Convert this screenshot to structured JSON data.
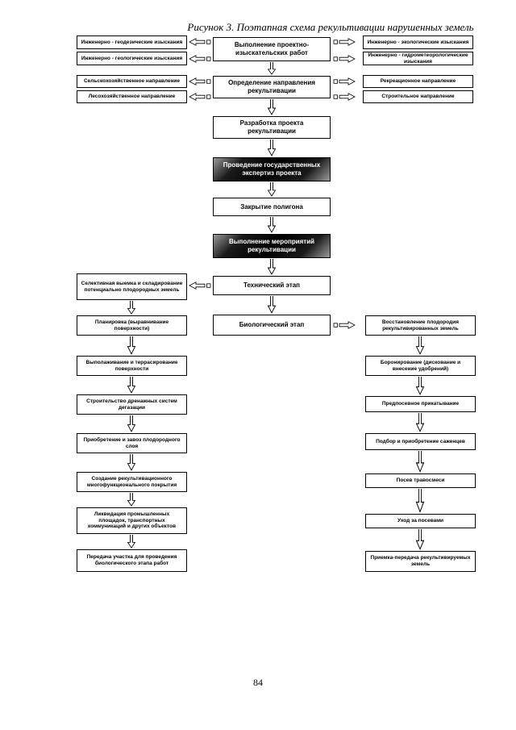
{
  "figure": {
    "title": "Рисунок 3. Поэтапная схема рекультивации нарушенных земель",
    "page_number": "84"
  },
  "colors": {
    "box_border": "#000000",
    "dark_step_bg": "#000000",
    "dark_step_text": "#ffffff"
  },
  "diagram": {
    "left_top": [
      "Инженерно - геодезические изыскания",
      "Инженерно - геологические изыскания",
      "Сельскохозяйственное направление",
      "Лесохозяйственное направление"
    ],
    "right_top": [
      "Инженерно - экологические изыскания",
      "Инженерно - гидрометеорологические изыскания",
      "Рекреационное направление",
      "Строительное направление"
    ],
    "center_flow": [
      "Выполнение проектно-изыскательских работ",
      "Определение направления рекультивации",
      "Разработка проекта рекультивации",
      "Проведение государственных экспертиз проекта",
      "Закрытие полигона",
      "Выполнение мероприятий рекультивации",
      "Технический этап",
      "Биологический этап"
    ],
    "technical_stage_steps": [
      "Селективная выемка и складирование потенциально плодородных земель",
      "Планировка (выравнивание поверхности)",
      "Выполаживание и террасирование поверхности",
      "Строительство дренажных систем дегазации",
      "Приобретение и завоз плодородного слоя",
      "Создание рекультивационного многофункционального покрытия",
      "Ликвидация промышленных площадок, транспортных коммуникаций и других объектов",
      "Передача участка для проведения биологического этапа работ"
    ],
    "biological_stage_steps": [
      "Восстановление плодородия рекультивированных земель",
      "Боронирование (дискование и внесение удобрений)",
      "Предпосевное прикатывание",
      "Подбор и приобретение саженцев",
      "Посев травосмеси",
      "Уход за посевами",
      "Приемка-передача рекультивируемых земель"
    ]
  }
}
